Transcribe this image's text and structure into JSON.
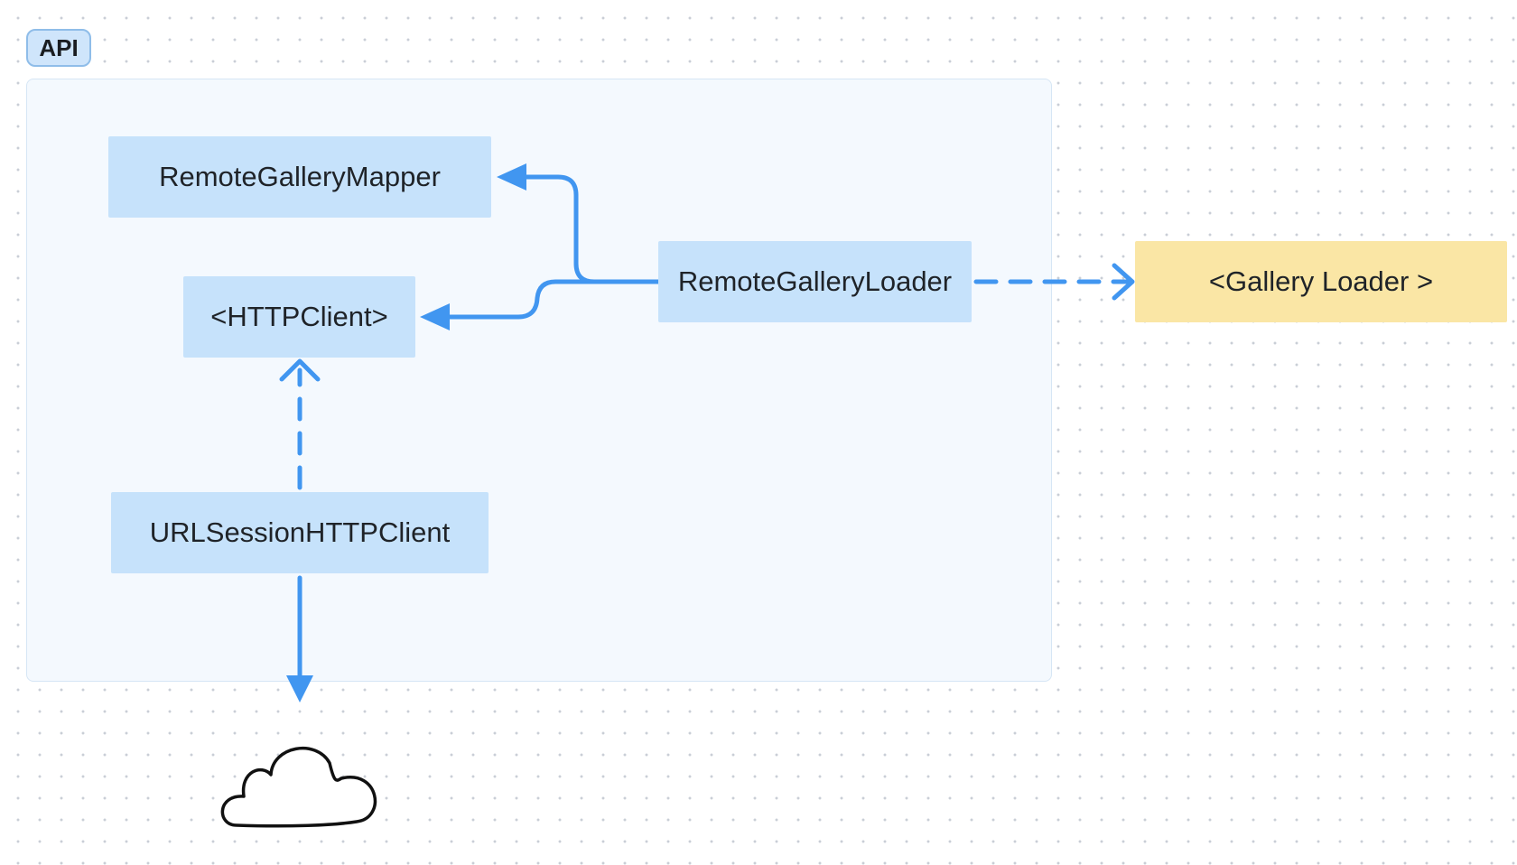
{
  "group": {
    "label": "API"
  },
  "nodes": {
    "remote_gallery_mapper": "RemoteGalleryMapper",
    "http_client": "<HTTPClient>",
    "remote_gallery_loader": "RemoteGalleryLoader",
    "url_session_http_client": "URLSessionHTTPClient",
    "gallery_loader": "<Gallery Loader >"
  },
  "edges": [
    {
      "from": "remote_gallery_loader",
      "to": "remote_gallery_mapper",
      "style": "solid"
    },
    {
      "from": "remote_gallery_loader",
      "to": "http_client",
      "style": "solid"
    },
    {
      "from": "remote_gallery_loader",
      "to": "gallery_loader",
      "style": "dashed"
    },
    {
      "from": "url_session_http_client",
      "to": "http_client",
      "style": "dashed"
    },
    {
      "from": "url_session_http_client",
      "to": "network",
      "style": "solid"
    }
  ],
  "icons": {
    "network": "cloud-icon"
  },
  "colors": {
    "arrow": "#4196f0",
    "node_blue": "#c6e2fb",
    "node_yellow": "#fae6a5",
    "group_background": "#f4f9fe"
  }
}
